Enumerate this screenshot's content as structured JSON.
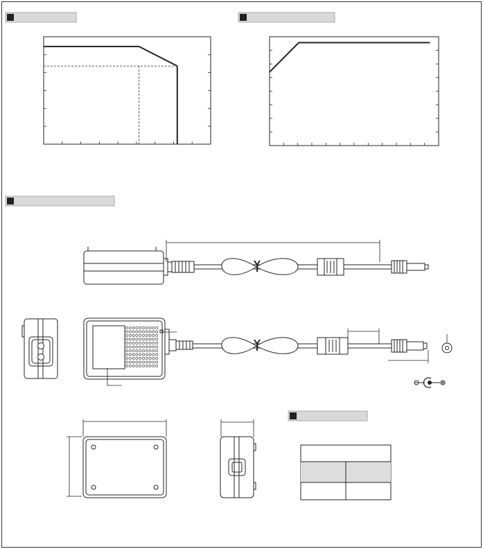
{
  "sections": [
    {
      "heading": ""
    },
    {
      "heading": ""
    },
    {
      "heading": ""
    },
    {
      "heading": ""
    }
  ],
  "chart_data": [
    {
      "type": "line",
      "title": "",
      "xlabel": "",
      "ylabel": "",
      "grid": false,
      "series": [
        {
          "x": [
            0,
            5,
            7
          ],
          "y": [
            5,
            5,
            4
          ]
        },
        {
          "x": [
            7,
            7
          ],
          "y": [
            4,
            0
          ]
        }
      ],
      "reference_lines": [
        {
          "x": [
            0,
            7
          ],
          "y": [
            4,
            4
          ],
          "style": "dashed"
        },
        {
          "x": [
            5,
            5
          ],
          "y": [
            4,
            0
          ],
          "style": "dashed"
        }
      ],
      "xlim": [
        0,
        8.75
      ],
      "ylim": [
        0,
        5.5
      ],
      "x_minor_ticks": 8,
      "y_minor_ticks": 5,
      "tick_labels_visible": false
    },
    {
      "type": "line",
      "title": "",
      "xlabel": "",
      "ylabel": "",
      "grid": false,
      "series": [
        {
          "x": [
            0,
            2,
            11
          ],
          "y": [
            5,
            7,
            7
          ]
        }
      ],
      "xlim": [
        0,
        11.6
      ],
      "ylim": [
        0,
        7.4
      ],
      "x_minor_ticks": 11,
      "y_minor_ticks": 7,
      "tick_labels_visible": false
    }
  ],
  "drawing": {
    "pin_cells": 60
  },
  "table": {
    "caption": "",
    "headers": [
      "",
      ""
    ],
    "rows": [
      [
        "",
        ""
      ]
    ]
  },
  "colors": {
    "line": "#222222",
    "label_fill": "#d9d9d9",
    "header_fill": "#dddddd",
    "cable_fill": "#ffffff"
  }
}
